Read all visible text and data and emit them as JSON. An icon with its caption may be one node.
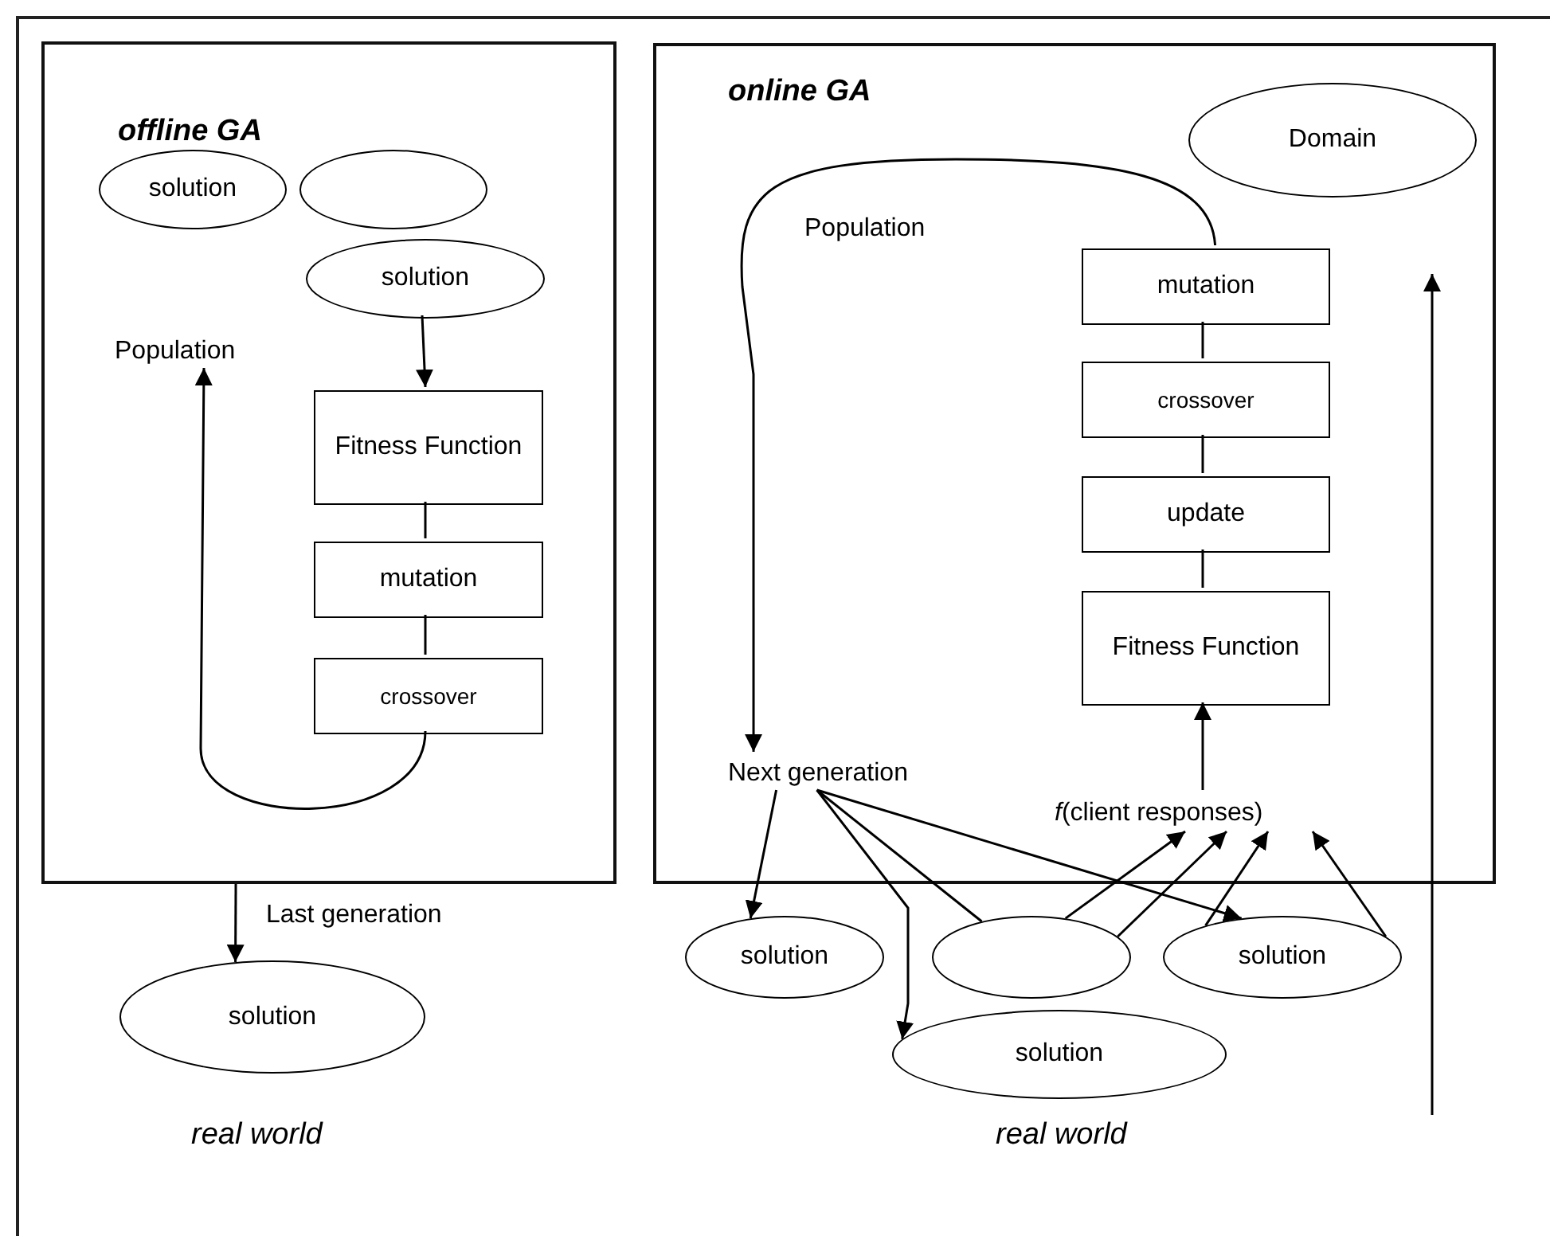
{
  "diagram": {
    "nodes": [
      {
        "text": [
          "offline GA"
        ]
      },
      {
        "text": [
          "solution"
        ],
        "in": 0
      },
      {
        "text": [],
        "shape": "ellipse",
        "in": 0
      },
      {
        "text": [
          "solution"
        ],
        "in": 0
      },
      {
        "text": [
          "Population"
        ],
        "in": 0
      },
      {
        "text": [
          "Fitness Function"
        ],
        "in": 0
      },
      {
        "text": [
          "mutation"
        ],
        "in": 0
      },
      {
        "text": [
          "crossover"
        ],
        "in": 0
      },
      {
        "text": [
          "solution"
        ]
      },
      {
        "text": [
          "online GA"
        ]
      },
      {
        "text": [
          "Domain"
        ],
        "in": 9
      },
      {
        "text": [
          "mutation"
        ],
        "in": 9
      },
      {
        "text": [
          "crossover"
        ],
        "in": 9
      },
      {
        "text": [
          "update"
        ],
        "in": 9
      },
      {
        "text": [
          "Fitness Function"
        ],
        "in": 9
      },
      {
        "text": [
          "Next generation"
        ],
        "in": 9
      },
      {
        "text": [
          "*f*(client responses)"
        ],
        "in": 9
      },
      {
        "text": [
          "solution"
        ]
      },
      {
        "text": [],
        "shape": "ellipse"
      },
      {
        "text": [
          "solution"
        ]
      },
      {
        "text": [
          "solution"
        ]
      }
    ],
    "edges": [
      {
        "from": 3,
        "to": 5,
        "arrow": "to"
      },
      {
        "from": 5,
        "to": 6,
        "arrow": "none"
      },
      {
        "from": 6,
        "to": 7,
        "arrow": "none"
      },
      {
        "from": 7,
        "to": 4,
        "arrow": "to"
      },
      {
        "from": 0,
        "to": 8,
        "arrow": "to",
        "label": "Last generation"
      },
      {
        "from": 16,
        "to": 14,
        "arrow": "to"
      },
      {
        "from": 14,
        "to": 13,
        "arrow": "none"
      },
      {
        "from": 13,
        "to": 12,
        "arrow": "none"
      },
      {
        "from": 12,
        "to": 11,
        "arrow": "none"
      },
      {
        "from": 11,
        "to": 15,
        "arrow": "to"
      },
      {
        "from": 15,
        "to": 17,
        "arrow": "to"
      },
      {
        "from": 15,
        "to": 18,
        "arrow": "none"
      },
      {
        "from": 15,
        "to": 20,
        "arrow": "to"
      },
      {
        "from": 15,
        "to": 19,
        "arrow": "to"
      },
      {
        "from": 18,
        "to": 16,
        "arrow": "to"
      },
      {
        "from": 18,
        "to": 16,
        "arrow": "to"
      },
      {
        "from": 19,
        "to": 16,
        "arrow": "to"
      },
      {
        "from": 19,
        "to": 16,
        "arrow": "to"
      }
    ],
    "labels": [
      "Population",
      "real world",
      "real world"
    ]
  }
}
